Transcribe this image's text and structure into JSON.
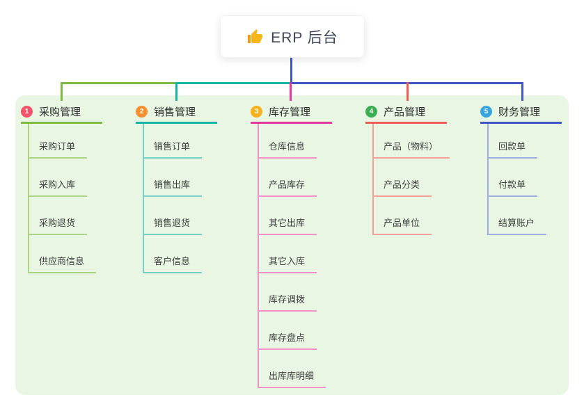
{
  "root": {
    "label": "ERP 后台",
    "icon": "thumbs-up-icon"
  },
  "colors": {
    "panel_bg": "#e9f6e3",
    "root_connector": "#3f57c5"
  },
  "branches": [
    {
      "number": "1",
      "label": "采购管理",
      "badge_color": "#f45369",
      "line_color": "#7cba42",
      "light_color": "#abd584",
      "children": [
        "采购订单",
        "采购入库",
        "采购退货",
        "供应商信息"
      ]
    },
    {
      "number": "2",
      "label": "销售管理",
      "badge_color": "#f88f2e",
      "line_color": "#16b3a6",
      "light_color": "#74cfc5",
      "children": [
        "销售订单",
        "销售出库",
        "销售退货",
        "客户信息"
      ]
    },
    {
      "number": "3",
      "label": "库存管理",
      "badge_color": "#fbb11c",
      "line_color": "#e13a9e",
      "light_color": "#f092c9",
      "children": [
        "仓库信息",
        "产品库存",
        "其它出库",
        "其它入库",
        "库存调拨",
        "库存盘点",
        "出库库明细"
      ]
    },
    {
      "number": "4",
      "label": "产品管理",
      "badge_color": "#3caf54",
      "line_color": "#ef5b55",
      "light_color": "#f6a09a",
      "children": [
        "产品（物料）",
        "产品分类",
        "产品单位"
      ]
    },
    {
      "number": "5",
      "label": "财务管理",
      "badge_color": "#35a7de",
      "line_color": "#3f57c5",
      "light_color": "#9fafdf",
      "children": [
        "回款单",
        "付款单",
        "结算账户"
      ]
    }
  ]
}
